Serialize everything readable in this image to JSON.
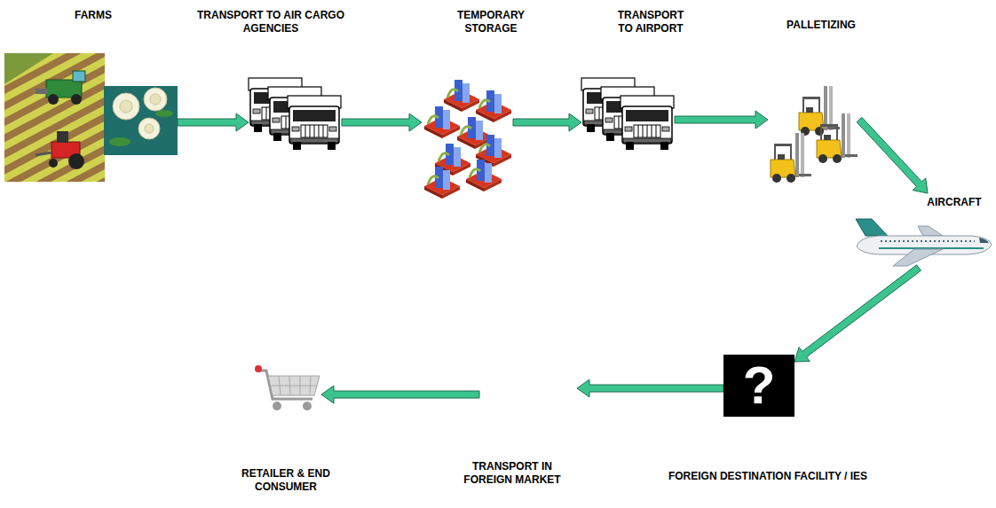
{
  "diagram": {
    "nodes": [
      {
        "text": [
          "FARMS"
        ]
      },
      {
        "text": [
          "TRANSPORT TO AIR CARGO AGENCIES"
        ]
      },
      {
        "text": [
          "TEMPORARY STORAGE"
        ]
      },
      {
        "text": [
          "TRANSPORT TO AIRPORT"
        ]
      },
      {
        "text": [
          "PALLETIZING"
        ]
      },
      {
        "text": [
          "AIRCRAFT"
        ]
      },
      {
        "text": [
          "?",
          "FOREIGN DESTINATION FACILITY / IES"
        ]
      },
      {
        "text": [
          "TRANSPORT IN FOREIGN MARKET"
        ]
      },
      {
        "text": [
          "RETAILER & END CONSUMER"
        ]
      }
    ],
    "edges": [
      {
        "from": 0,
        "to": 1,
        "arrow": "to"
      },
      {
        "from": 1,
        "to": 2,
        "arrow": "to"
      },
      {
        "from": 2,
        "to": 3,
        "arrow": "to"
      },
      {
        "from": 3,
        "to": 4,
        "arrow": "to"
      },
      {
        "from": 4,
        "to": 5,
        "arrow": "to"
      },
      {
        "from": 5,
        "to": 6,
        "arrow": "to"
      },
      {
        "from": 6,
        "to": 7,
        "arrow": "to"
      },
      {
        "from": 7,
        "to": 8,
        "arrow": "to"
      }
    ]
  }
}
